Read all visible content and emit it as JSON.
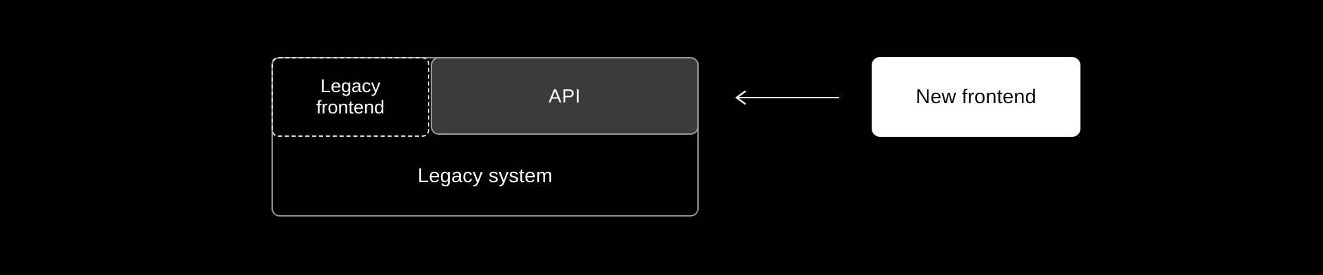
{
  "colors": {
    "background": "#000000",
    "container_border": "#949494",
    "dashed_border": "#e2e2e2",
    "api_fill": "#3b3b3b",
    "api_border": "#999999",
    "arrow": "#f2f2f2",
    "new_frontend_fill": "#ffffff",
    "text_light": "#ffffff",
    "text_dark": "#0b0b0b"
  },
  "diagram": {
    "legacy_system": {
      "label": "Legacy system"
    },
    "legacy_frontend": {
      "label": "Legacy frontend"
    },
    "api": {
      "label": "API"
    },
    "new_frontend": {
      "label": "New frontend"
    },
    "arrow": {
      "direction": "left",
      "from": "New frontend",
      "to": "API"
    }
  }
}
